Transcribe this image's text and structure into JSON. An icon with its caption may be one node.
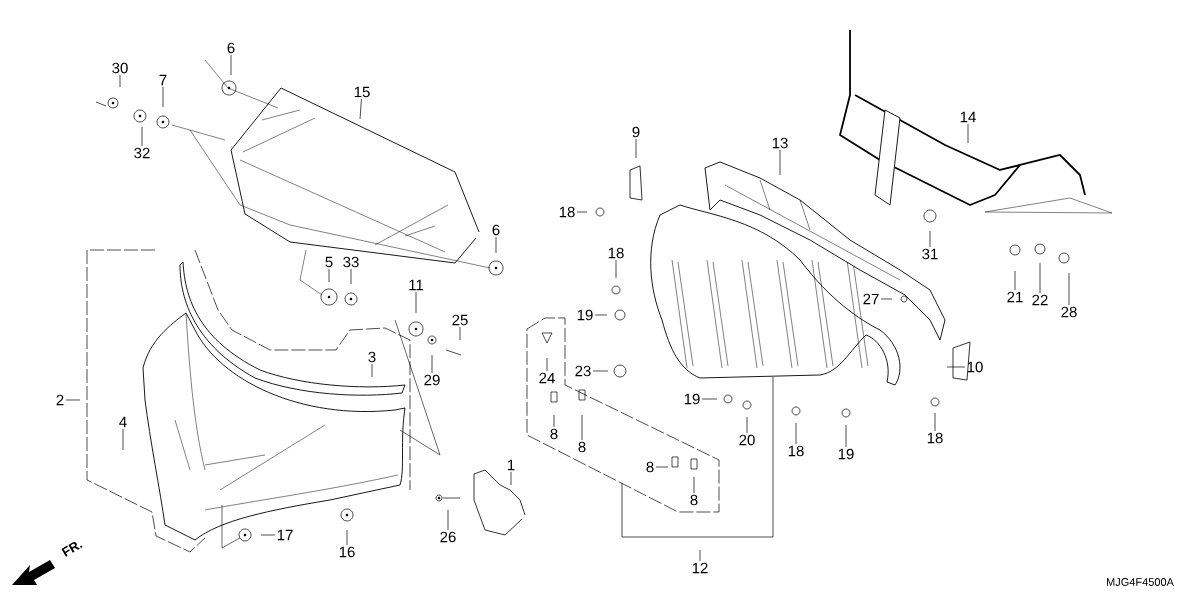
{
  "diagram": {
    "nodes": [
      {
        "text": [
          "6"
        ]
      },
      {
        "text": [
          "30"
        ]
      },
      {
        "text": [
          "7"
        ]
      },
      {
        "text": [
          "15"
        ]
      },
      {
        "text": [
          "14"
        ]
      },
      {
        "text": [
          "9"
        ]
      },
      {
        "text": [
          "13"
        ]
      },
      {
        "text": [
          "32"
        ]
      },
      {
        "text": [
          "18"
        ]
      },
      {
        "text": [
          "6"
        ]
      },
      {
        "text": [
          "18"
        ]
      },
      {
        "text": [
          "31"
        ]
      },
      {
        "text": [
          "5"
        ]
      },
      {
        "text": [
          "33"
        ]
      },
      {
        "text": [
          "11"
        ]
      },
      {
        "text": [
          "21"
        ]
      },
      {
        "text": [
          "22"
        ]
      },
      {
        "text": [
          "27"
        ]
      },
      {
        "text": [
          "28"
        ]
      },
      {
        "text": [
          "25"
        ]
      },
      {
        "text": [
          "19"
        ]
      },
      {
        "text": [
          "3"
        ]
      },
      {
        "text": [
          "23"
        ]
      },
      {
        "text": [
          "10"
        ]
      },
      {
        "text": [
          "29"
        ]
      },
      {
        "text": [
          "24"
        ]
      },
      {
        "text": [
          "2"
        ]
      },
      {
        "text": [
          "19"
        ]
      },
      {
        "text": [
          "4"
        ]
      },
      {
        "text": [
          "8"
        ]
      },
      {
        "text": [
          "18"
        ]
      },
      {
        "text": [
          "20"
        ]
      },
      {
        "text": [
          "8"
        ]
      },
      {
        "text": [
          "18"
        ]
      },
      {
        "text": [
          "19"
        ]
      },
      {
        "text": [
          "1"
        ]
      },
      {
        "text": [
          "8"
        ]
      },
      {
        "text": [
          "8"
        ]
      },
      {
        "text": [
          "26"
        ]
      },
      {
        "text": [
          "17"
        ]
      },
      {
        "text": [
          "16"
        ]
      },
      {
        "text": [
          "12"
        ]
      }
    ],
    "edges": [
      {
        "from": 0,
        "to": null,
        "arrow": "none"
      },
      {
        "from": 1,
        "to": null,
        "arrow": "none"
      },
      {
        "from": 2,
        "to": null,
        "arrow": "none"
      },
      {
        "from": 3,
        "to": null,
        "arrow": "none"
      },
      {
        "from": 4,
        "to": null,
        "arrow": "none"
      },
      {
        "from": 5,
        "to": null,
        "arrow": "none"
      },
      {
        "from": 6,
        "to": null,
        "arrow": "none"
      },
      {
        "from": 7,
        "to": null,
        "arrow": "none"
      },
      {
        "from": 8,
        "to": null,
        "arrow": "none"
      },
      {
        "from": 9,
        "to": null,
        "arrow": "none"
      },
      {
        "from": 10,
        "to": null,
        "arrow": "none"
      },
      {
        "from": 11,
        "to": null,
        "arrow": "none"
      },
      {
        "from": 12,
        "to": null,
        "arrow": "none"
      },
      {
        "from": 13,
        "to": null,
        "arrow": "none"
      },
      {
        "from": 14,
        "to": null,
        "arrow": "none"
      },
      {
        "from": 15,
        "to": null,
        "arrow": "none"
      },
      {
        "from": 16,
        "to": null,
        "arrow": "none"
      },
      {
        "from": 17,
        "to": null,
        "arrow": "none"
      },
      {
        "from": 18,
        "to": null,
        "arrow": "none"
      },
      {
        "from": 19,
        "to": null,
        "arrow": "none"
      },
      {
        "from": 20,
        "to": null,
        "arrow": "none"
      },
      {
        "from": 21,
        "to": null,
        "arrow": "none"
      },
      {
        "from": 22,
        "to": null,
        "arrow": "none"
      },
      {
        "from": 23,
        "to": null,
        "arrow": "none"
      },
      {
        "from": 24,
        "to": null,
        "arrow": "none"
      },
      {
        "from": 25,
        "to": null,
        "arrow": "none"
      },
      {
        "from": 26,
        "to": null,
        "arrow": "none"
      },
      {
        "from": 27,
        "to": null,
        "arrow": "none"
      },
      {
        "from": 28,
        "to": null,
        "arrow": "none"
      },
      {
        "from": 29,
        "to": null,
        "arrow": "none"
      },
      {
        "from": 30,
        "to": null,
        "arrow": "none"
      },
      {
        "from": 31,
        "to": null,
        "arrow": "none"
      },
      {
        "from": 32,
        "to": null,
        "arrow": "none"
      },
      {
        "from": 33,
        "to": null,
        "arrow": "none"
      },
      {
        "from": 34,
        "to": null,
        "arrow": "none"
      },
      {
        "from": 35,
        "to": null,
        "arrow": "none"
      },
      {
        "from": 36,
        "to": null,
        "arrow": "none"
      },
      {
        "from": 37,
        "to": null,
        "arrow": "none"
      },
      {
        "from": 38,
        "to": null,
        "arrow": "none"
      },
      {
        "from": 39,
        "to": null,
        "arrow": "none"
      },
      {
        "from": 40,
        "to": null,
        "arrow": "none"
      },
      {
        "from": 41,
        "to": null,
        "arrow": "none"
      }
    ],
    "labels": [
      "FR.",
      "MJG4F4500A"
    ]
  }
}
